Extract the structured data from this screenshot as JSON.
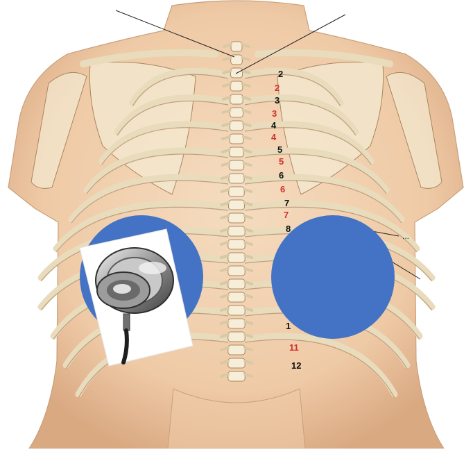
{
  "figure": {
    "skin_color": "#f1cfae",
    "bone_color": "#f3ead2",
    "shadow_color": "#b58e6b",
    "overlay_circle_color": "#4472c4",
    "stethoscope_icon": "stethoscope-icon"
  },
  "rib_labels": [
    {
      "text": "2",
      "color": "#111111"
    },
    {
      "text": "2",
      "color": "#d0312d"
    },
    {
      "text": "3",
      "color": "#111111"
    },
    {
      "text": "3",
      "color": "#d0312d"
    },
    {
      "text": "4",
      "color": "#111111"
    },
    {
      "text": "4",
      "color": "#d0312d"
    },
    {
      "text": "5",
      "color": "#111111"
    },
    {
      "text": "5",
      "color": "#d0312d"
    },
    {
      "text": "6",
      "color": "#111111"
    },
    {
      "text": "6",
      "color": "#d0312d"
    },
    {
      "text": "7",
      "color": "#111111"
    },
    {
      "text": "7",
      "color": "#d0312d"
    },
    {
      "text": "8",
      "color": "#111111"
    },
    {
      "text": "1",
      "color": "#111111"
    },
    {
      "text": "11",
      "color": "#d0312d"
    },
    {
      "text": "12",
      "color": "#111111"
    }
  ],
  "edge_marks": "..."
}
